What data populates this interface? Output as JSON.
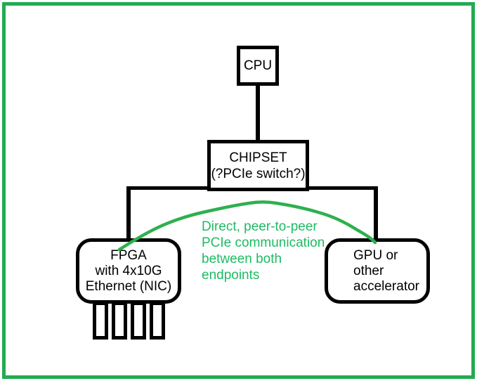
{
  "colors": {
    "frame_green": "#22ab52",
    "curve_green": "#2eb04e",
    "annotation_green": "#1ebb63",
    "line_black": "#000000"
  },
  "nodes": {
    "cpu": {
      "label": "CPU"
    },
    "chipset": {
      "line1": "CHIPSET",
      "line2": "(?PCIe switch?)"
    },
    "fpga": {
      "line1": "FPGA",
      "line2": "with 4x10G",
      "line3": "Ethernet (NIC)",
      "pin_count": "4"
    },
    "gpu": {
      "line1": "GPU or",
      "line2": "other",
      "line3": "accelerator"
    }
  },
  "annotation": {
    "line1": "Direct, peer-to-peer",
    "line2": "PCIe communication",
    "line3": "between both",
    "line4": "endpoints"
  }
}
